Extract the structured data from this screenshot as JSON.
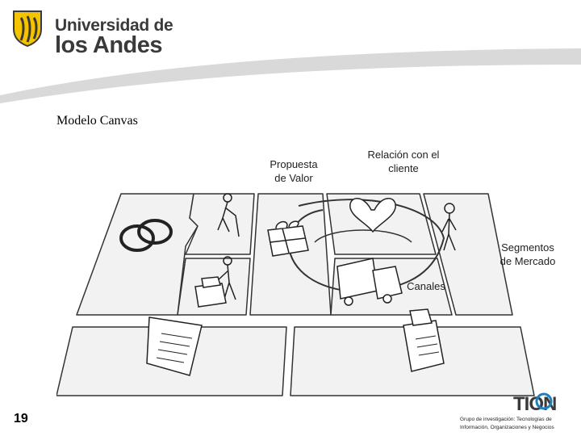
{
  "header": {
    "logo_line1": "Universidad de",
    "logo_line2": "los Andes",
    "colors": {
      "brand_yellow": "#f5c400",
      "brand_gray": "#3a3a3a",
      "swoosh_gray": "#d9d9d9"
    }
  },
  "slide": {
    "title": "Modelo Canvas",
    "labels": {
      "propuesta_line1": "Propuesta",
      "propuesta_line2": "de Valor",
      "relacion_line1": "Relación con el",
      "relacion_line2": "cliente",
      "segmentos_line1": "Segmentos",
      "segmentos_line2": "de Mercado",
      "canales": "Canales"
    }
  },
  "footer": {
    "page_number": "19",
    "tion_logo": "TION",
    "group_line1": "Grupo de investigación: Tecnologías de",
    "group_line2": "Información, Organizaciones y Negocios"
  }
}
